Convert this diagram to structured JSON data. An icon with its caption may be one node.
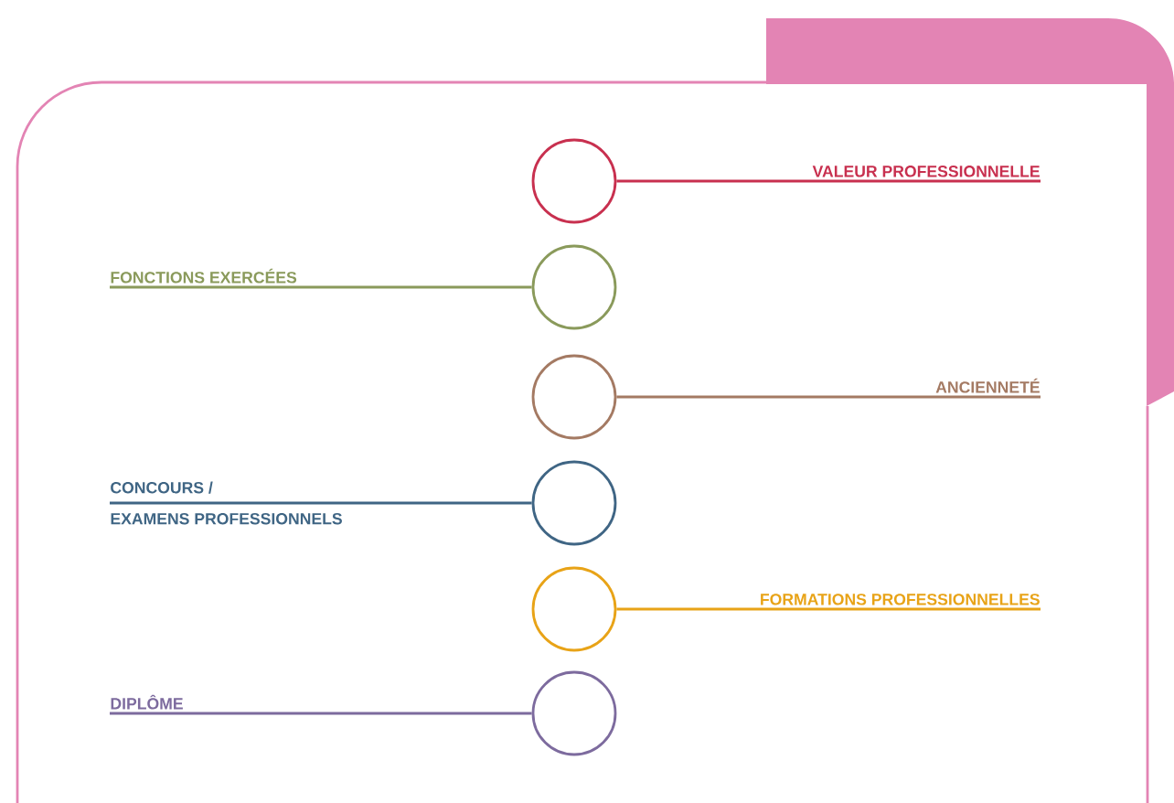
{
  "diagram": {
    "nodes": [
      {
        "text": [],
        "shape": "circle"
      },
      {
        "text": [
          "VALEUR PROFESSIONNELLE"
        ]
      },
      {
        "text": [
          "FONCTIONS EXERCÉES"
        ]
      },
      {
        "text": [],
        "shape": "circle"
      },
      {
        "text": [],
        "shape": "circle"
      },
      {
        "text": [
          "ANCIENNETÉ"
        ]
      },
      {
        "text": [
          "CONCOURS /",
          "EXAMENS PROFESSIONNELS"
        ]
      },
      {
        "text": [],
        "shape": "circle"
      },
      {
        "text": [],
        "shape": "circle"
      },
      {
        "text": [
          "FORMATIONS PROFESSIONNELLES"
        ]
      },
      {
        "text": [
          "DIPLÔME"
        ]
      },
      {
        "text": [],
        "shape": "circle"
      }
    ],
    "edges": [
      {
        "from": 1,
        "to": 0,
        "arrow": "none",
        "color": "#c8304f"
      },
      {
        "from": 2,
        "to": 3,
        "arrow": "none",
        "color": "#8a9a5b"
      },
      {
        "from": 5,
        "to": 4,
        "arrow": "none",
        "color": "#a47a63"
      },
      {
        "from": 6,
        "to": 7,
        "arrow": "none",
        "color": "#3f6584"
      },
      {
        "from": 9,
        "to": 8,
        "arrow": "none",
        "color": "#e8a317"
      },
      {
        "from": 10,
        "to": 11,
        "arrow": "none",
        "color": "#7d6b9e"
      }
    ]
  }
}
